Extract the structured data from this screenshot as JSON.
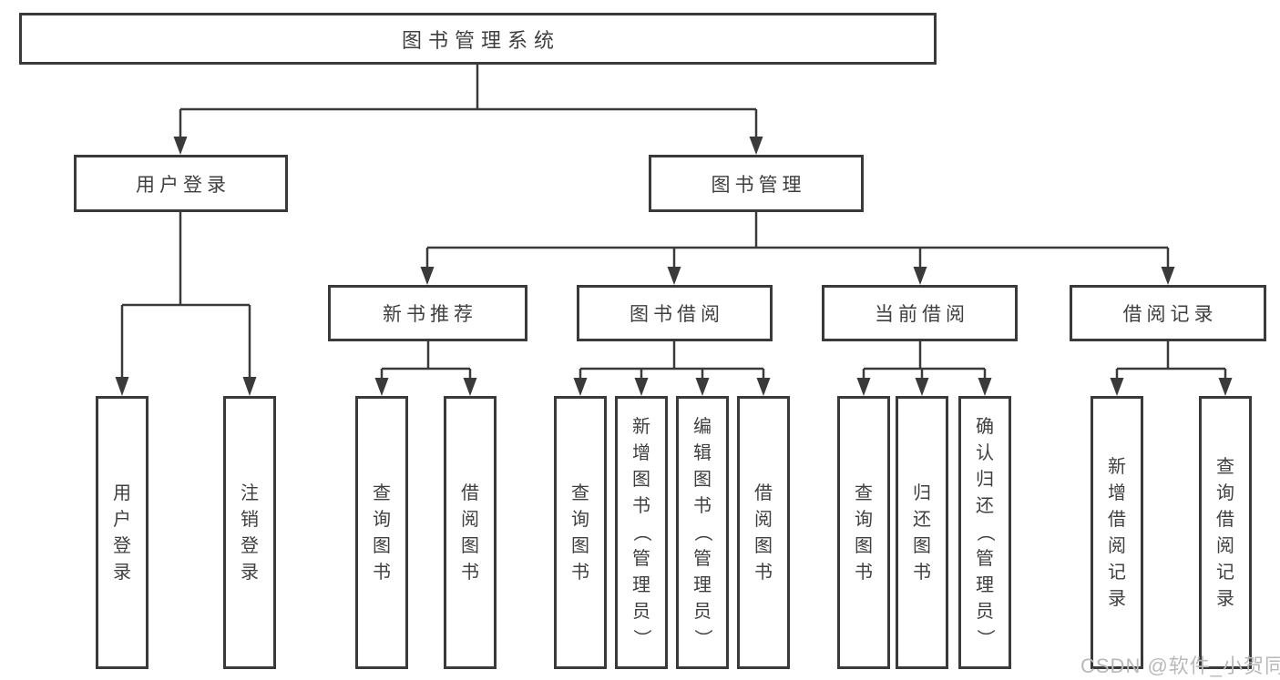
{
  "colors": {
    "line": "#3a3a3a",
    "node_border": "#3a3a3a",
    "text": "#3f3f3f",
    "watermark": "#b9b9b9",
    "background": "#ffffff"
  },
  "watermark": {
    "text": "CSDN @软件_小贺同学"
  },
  "system": {
    "label": "图书管理系统",
    "children": [
      {
        "label": "用户登录",
        "children": [
          {
            "label": "用户登录"
          },
          {
            "label": "注销登录"
          }
        ]
      },
      {
        "label": "图书管理",
        "children": [
          {
            "label": "新书推荐",
            "children": [
              {
                "label": "查询图书"
              },
              {
                "label": "借阅图书"
              }
            ]
          },
          {
            "label": "图书借阅",
            "children": [
              {
                "label": "查询图书"
              },
              {
                "label": "新增图书（管理员）"
              },
              {
                "label": "编辑图书（管理员）"
              },
              {
                "label": "借阅图书"
              }
            ]
          },
          {
            "label": "当前借阅",
            "children": [
              {
                "label": "查询图书"
              },
              {
                "label": "归还图书"
              },
              {
                "label": "确认归还（管理员）"
              }
            ]
          },
          {
            "label": "借阅记录",
            "children": [
              {
                "label": "新增借阅记录"
              },
              {
                "label": "查询借阅记录"
              }
            ]
          }
        ]
      }
    ]
  }
}
